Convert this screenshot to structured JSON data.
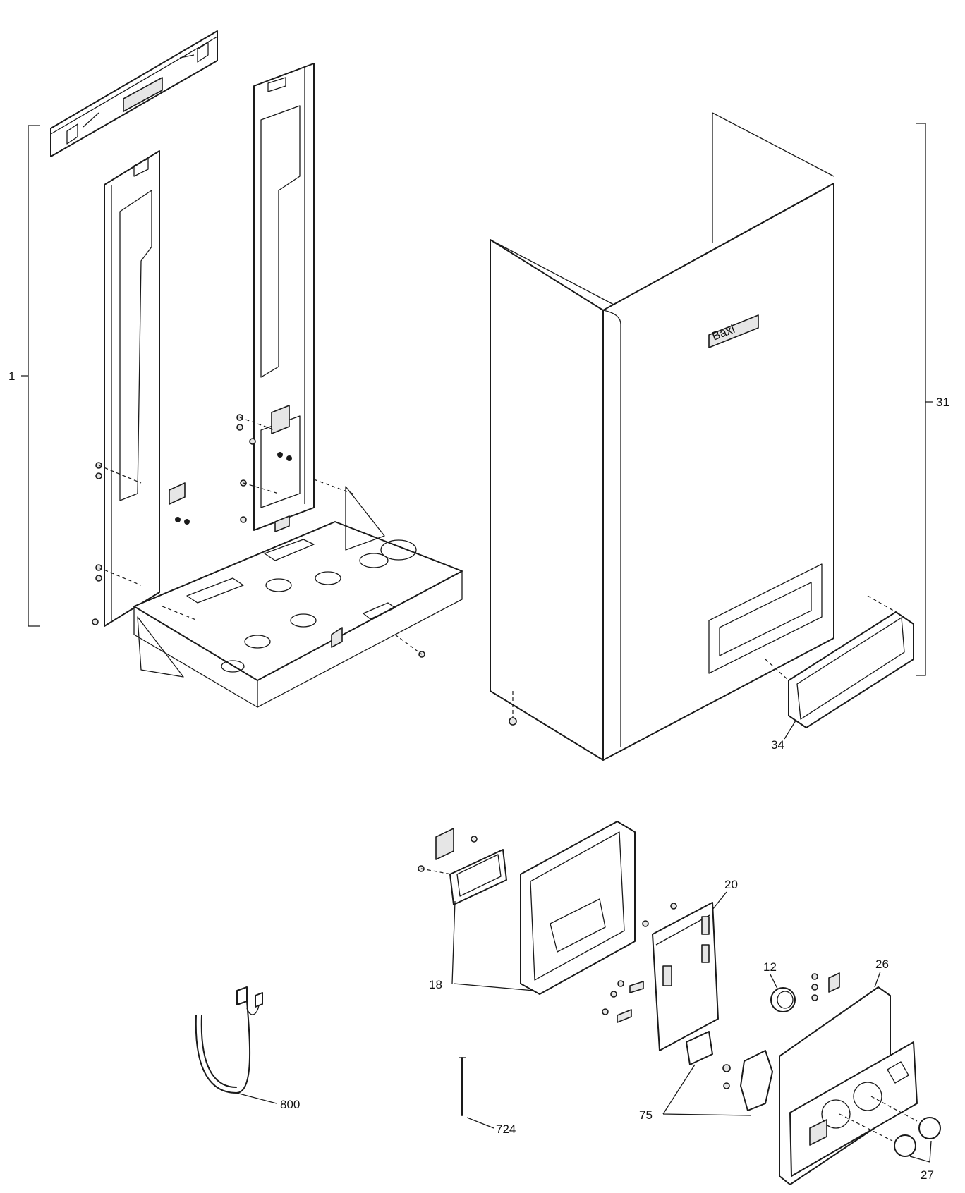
{
  "callouts": {
    "c1": "1",
    "c31": "31",
    "c34": "34",
    "c20": "20",
    "c12": "12",
    "c26": "26",
    "c18": "18",
    "c800": "800",
    "c724": "724",
    "c75": "75",
    "c27": "27"
  },
  "colors": {
    "line": "#1a1a1a",
    "background": "#ffffff",
    "fill": "#e6e6e6"
  },
  "logo": {
    "text": "Baxi"
  }
}
